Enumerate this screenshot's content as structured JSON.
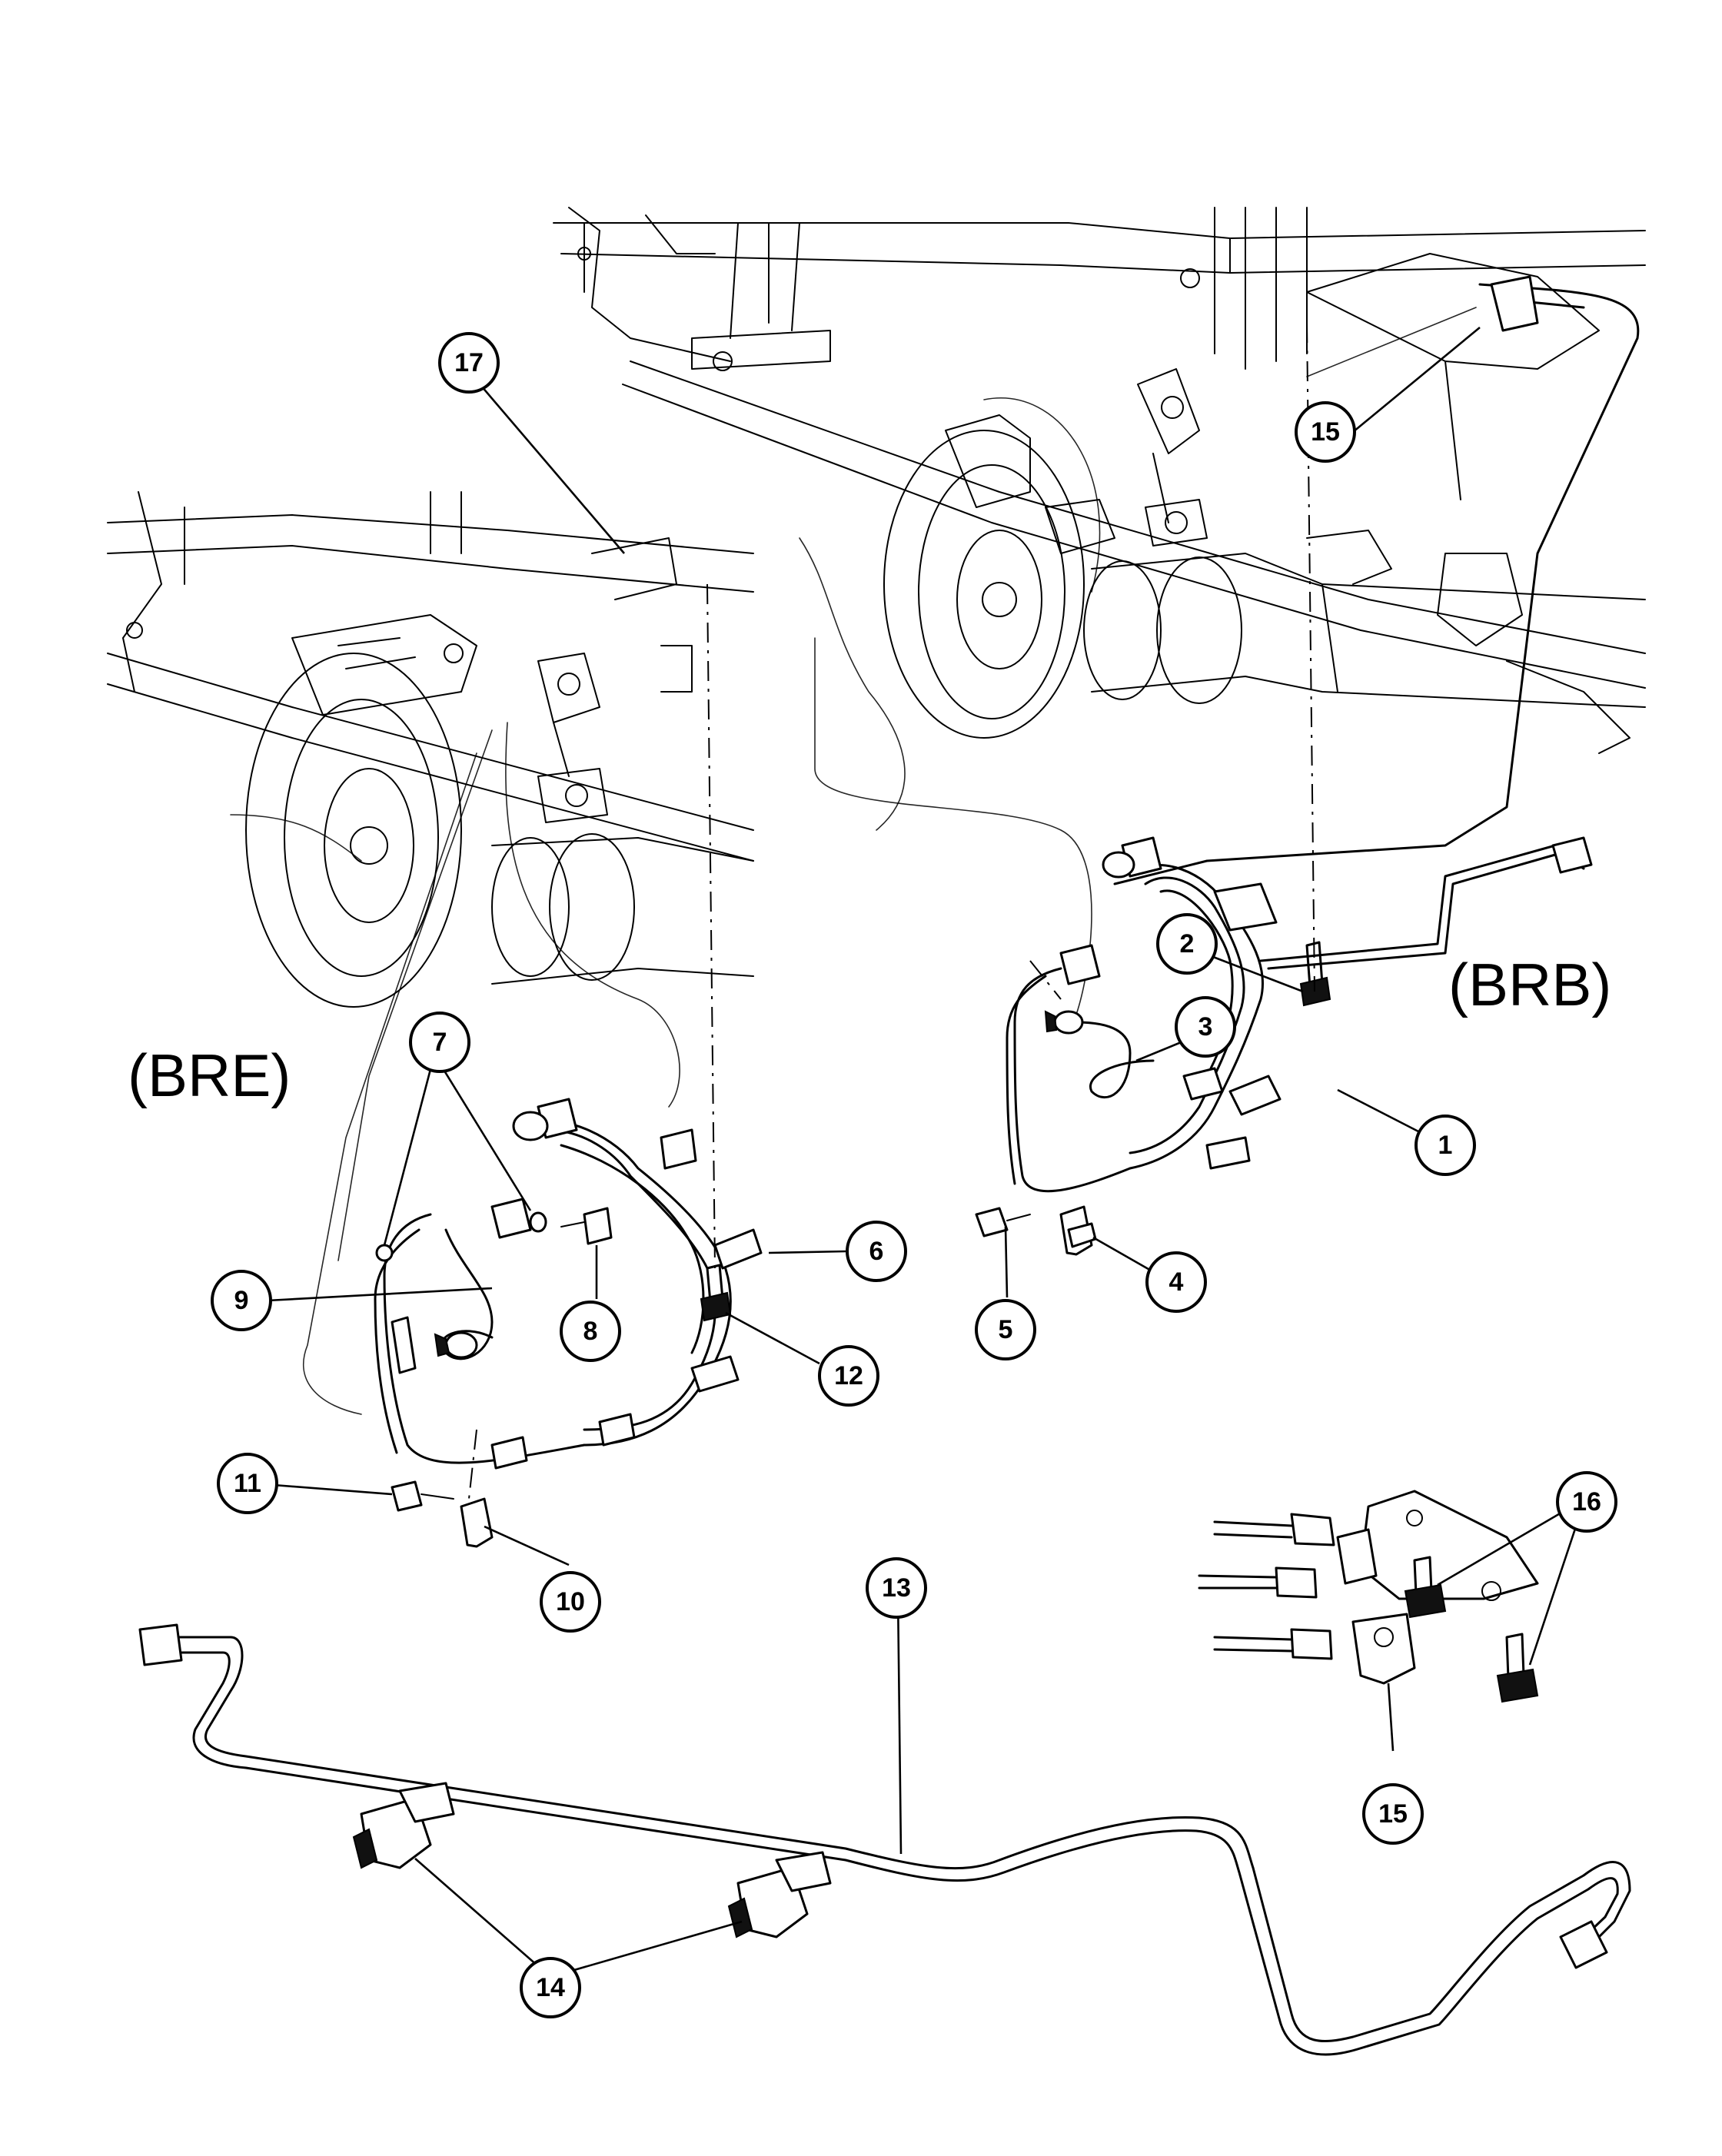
{
  "variants": {
    "left": "(BRE)",
    "right": "(BRB)"
  },
  "callouts": [
    {
      "id": "c1",
      "label": "1"
    },
    {
      "id": "c2",
      "label": "2"
    },
    {
      "id": "c3",
      "label": "3"
    },
    {
      "id": "c4",
      "label": "4"
    },
    {
      "id": "c5",
      "label": "5"
    },
    {
      "id": "c6",
      "label": "6"
    },
    {
      "id": "c7",
      "label": "7"
    },
    {
      "id": "c8",
      "label": "8"
    },
    {
      "id": "c9",
      "label": "9"
    },
    {
      "id": "c10",
      "label": "10"
    },
    {
      "id": "c11",
      "label": "11"
    },
    {
      "id": "c12",
      "label": "12"
    },
    {
      "id": "c13",
      "label": "13"
    },
    {
      "id": "c14",
      "label": "14"
    },
    {
      "id": "c15a",
      "label": "15"
    },
    {
      "id": "c15b",
      "label": "15"
    },
    {
      "id": "c16",
      "label": "16"
    },
    {
      "id": "c17",
      "label": "17"
    }
  ]
}
